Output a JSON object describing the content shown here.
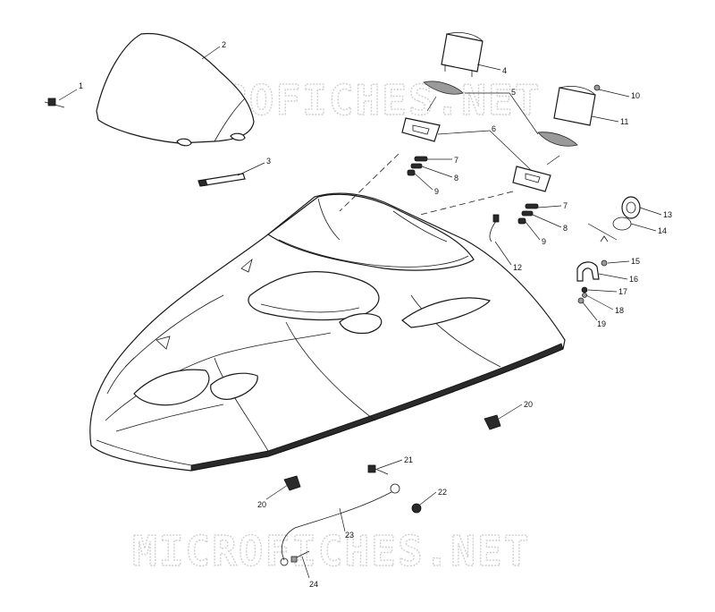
{
  "watermark": {
    "text": "MICROFICHES.NET",
    "color": "#cfcfcf"
  },
  "callouts": [
    {
      "id": "1",
      "label": "1"
    },
    {
      "id": "2",
      "label": "2"
    },
    {
      "id": "3",
      "label": "3"
    },
    {
      "id": "4",
      "label": "4"
    },
    {
      "id": "5",
      "label": "5"
    },
    {
      "id": "6",
      "label": "6"
    },
    {
      "id": "7a",
      "label": "7"
    },
    {
      "id": "8a",
      "label": "8"
    },
    {
      "id": "9a",
      "label": "9"
    },
    {
      "id": "7b",
      "label": "7"
    },
    {
      "id": "8b",
      "label": "8"
    },
    {
      "id": "9b",
      "label": "9"
    },
    {
      "id": "10",
      "label": "10"
    },
    {
      "id": "11",
      "label": "11"
    },
    {
      "id": "12",
      "label": "12"
    },
    {
      "id": "13",
      "label": "13"
    },
    {
      "id": "14",
      "label": "14"
    },
    {
      "id": "15",
      "label": "15"
    },
    {
      "id": "16",
      "label": "16"
    },
    {
      "id": "17",
      "label": "17"
    },
    {
      "id": "18",
      "label": "18"
    },
    {
      "id": "19",
      "label": "19"
    },
    {
      "id": "20a",
      "label": "20"
    },
    {
      "id": "20b",
      "label": "20"
    },
    {
      "id": "21",
      "label": "21"
    },
    {
      "id": "22",
      "label": "22"
    },
    {
      "id": "23",
      "label": "23"
    },
    {
      "id": "24",
      "label": "24"
    }
  ]
}
